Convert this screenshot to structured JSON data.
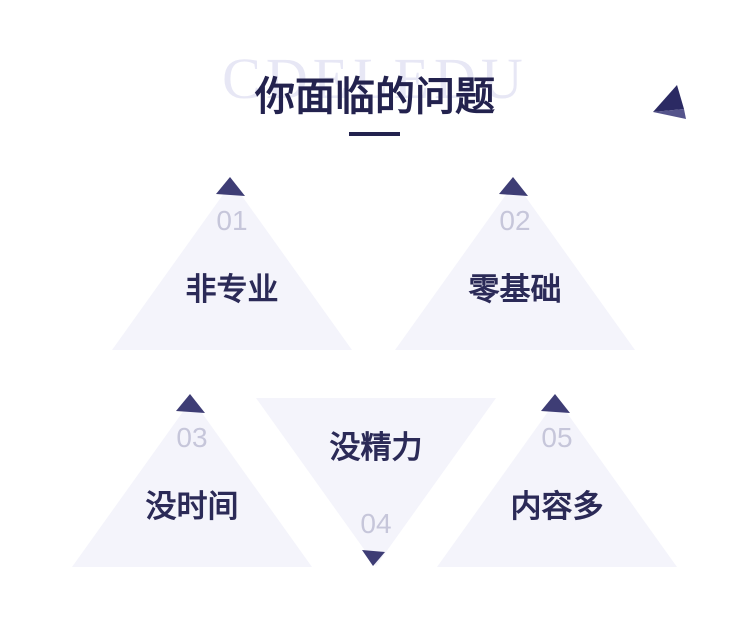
{
  "header": {
    "watermark": "CDELEDU",
    "title": "你面临的问题"
  },
  "items": [
    {
      "number": "01",
      "label": "非专业",
      "orientation": "up"
    },
    {
      "number": "02",
      "label": "零基础",
      "orientation": "up"
    },
    {
      "number": "03",
      "label": "没时间",
      "orientation": "up"
    },
    {
      "number": "04",
      "label": "没精力",
      "orientation": "down"
    },
    {
      "number": "05",
      "label": "内容多",
      "orientation": "up"
    }
  ],
  "colors": {
    "title_navy": "#23224e",
    "label_navy": "#2b2a57",
    "triangle_fill": "#f4f4fb",
    "number_gray": "#c6c6da",
    "cap_navy": "#3e3d75",
    "watermark_lavender": "#e7e7f5",
    "arrow_dark": "#2b2a63",
    "arrow_light": "#55548b"
  }
}
